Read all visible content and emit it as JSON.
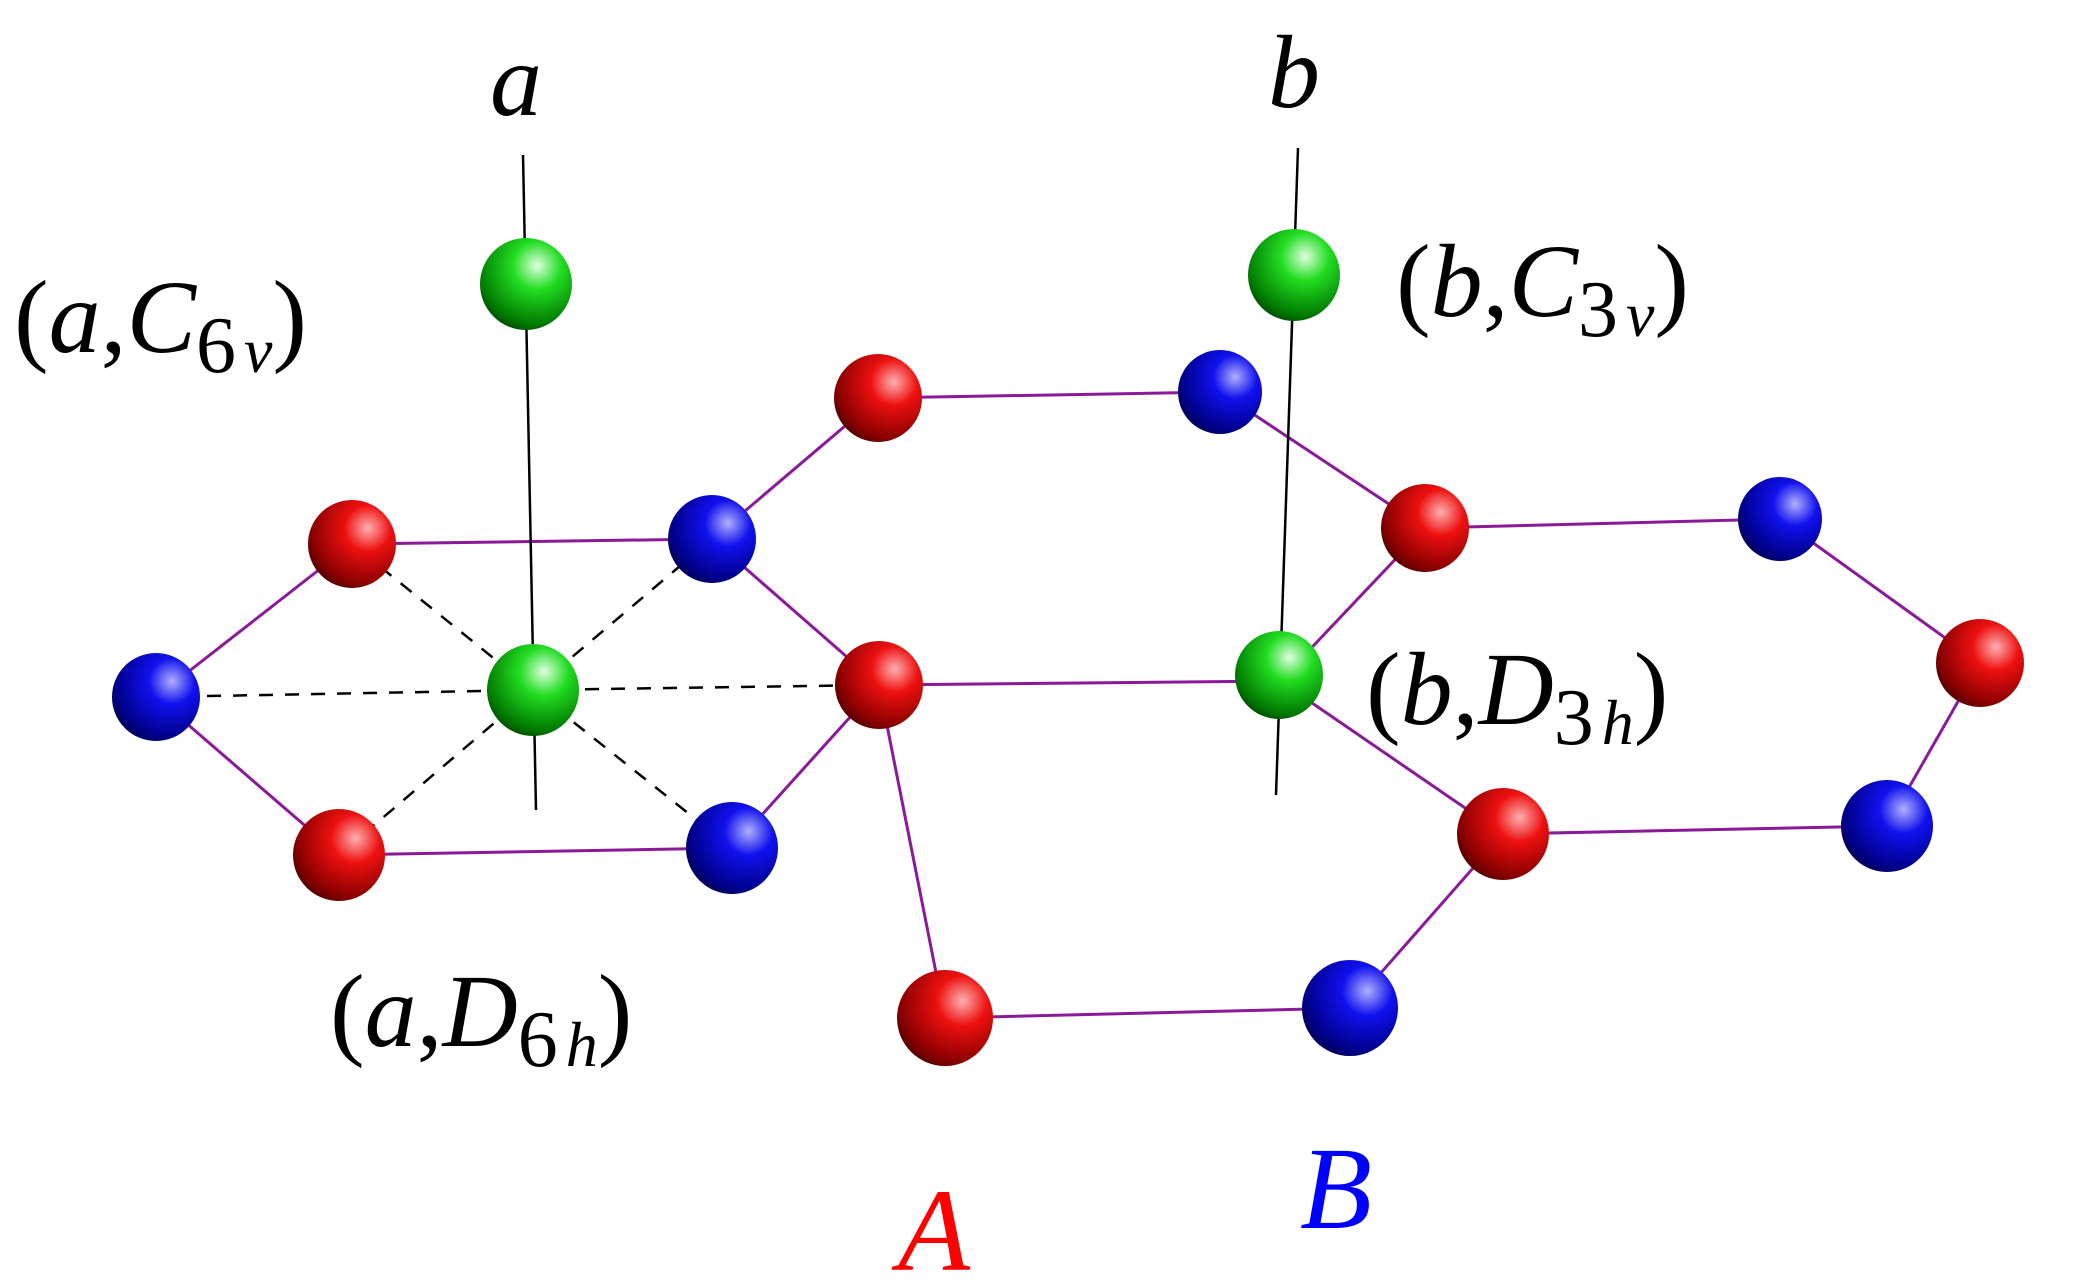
{
  "axes": {
    "a": {
      "label": "a"
    },
    "b": {
      "label": "b"
    }
  },
  "site_labels": {
    "a_C6v": {
      "open": "(",
      "site": "a",
      "comma": ",",
      "group": "C",
      "sub_num": "6",
      "sub_sym": "v",
      "close": ")"
    },
    "a_D6h": {
      "open": "(",
      "site": "a",
      "comma": ",",
      "group": "D",
      "sub_num": "6",
      "sub_sym": "h",
      "close": ")"
    },
    "b_C3v": {
      "open": "(",
      "site": "b",
      "comma": ",",
      "group": "C",
      "sub_num": "3",
      "sub_sym": "v",
      "close": ")"
    },
    "b_D3h": {
      "open": "(",
      "site": "b",
      "comma": ",",
      "group": "D",
      "sub_num": "3",
      "sub_sym": "h",
      "close": ")"
    }
  },
  "sublattices": {
    "A": {
      "label": "A",
      "color": "#ff0000"
    },
    "B": {
      "label": "B",
      "color": "#0000ff"
    }
  },
  "colors": {
    "atom_A": "#e00000",
    "atom_B": "#0000e0",
    "adatom": "#10d010",
    "bond": "#8a1a9a",
    "axis": "#000000",
    "text": "#000000"
  }
}
